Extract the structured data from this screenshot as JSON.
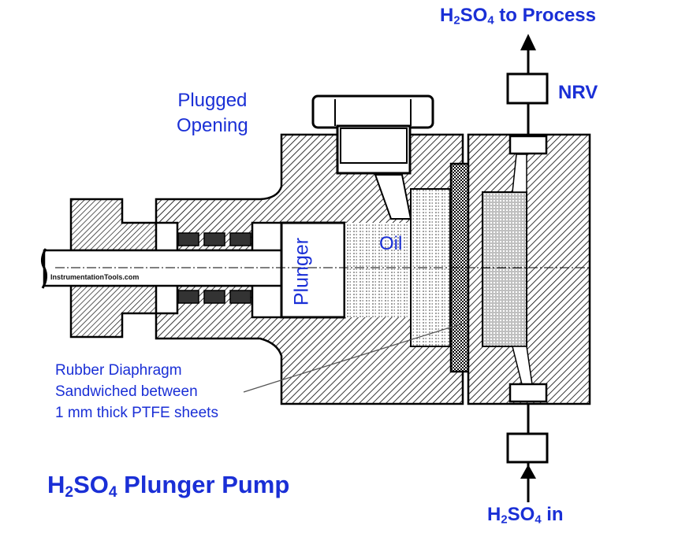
{
  "title": {
    "formula_main": "H",
    "formula_sub1": "2",
    "formula_mid": "SO",
    "formula_sub2": "4",
    "text": " Plunger Pump"
  },
  "labels": {
    "outlet": {
      "formula_main": "H",
      "formula_sub1": "2",
      "formula_mid": "SO",
      "formula_sub2": "4",
      "text": " to Process"
    },
    "inlet": {
      "formula_main": "H",
      "formula_sub1": "2",
      "formula_mid": "SO",
      "formula_sub2": "4",
      "text": " in"
    },
    "nrv": "NRV",
    "plugged_line1": "Plugged",
    "plugged_line2": "Opening",
    "diaphragm_line1": "Rubber Diaphragm",
    "diaphragm_line2": "Sandwiched between",
    "diaphragm_line3": "1 mm thick PTFE sheets",
    "oil": "Oil",
    "plunger": "Plunger",
    "watermark": "InstrumentationTools.com"
  },
  "colors": {
    "label": "#1a2fd6",
    "stroke": "#000000",
    "background": "#ffffff"
  }
}
